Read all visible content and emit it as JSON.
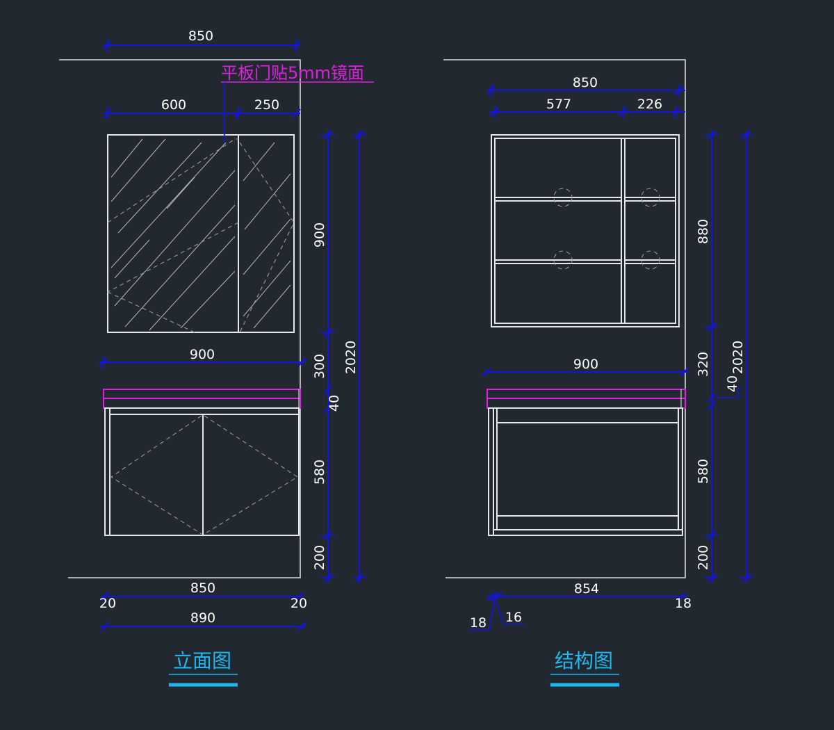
{
  "elevation": {
    "title": "立面图",
    "note": "平板门贴5mm镜面",
    "dims": {
      "top_width": "850",
      "mirror_left": "600",
      "mirror_right": "250",
      "counter_width": "900",
      "h_900": "900",
      "h_300": "300",
      "h_40": "40",
      "h_580": "580",
      "h_200": "200",
      "total_height": "2020",
      "bottom_850": "850",
      "side_left": "20",
      "side_right": "20",
      "bottom_890": "890"
    }
  },
  "structure": {
    "title": "结构图",
    "dims": {
      "top_width": "850",
      "inner_left": "577",
      "inner_right": "226",
      "counter_width": "900",
      "h_880": "880",
      "h_320": "320",
      "h_40": "40",
      "h_580": "580",
      "h_200": "200",
      "total_height": "2020",
      "bottom_854": "854",
      "left_18": "18",
      "left_16": "16",
      "right_18": "18"
    }
  },
  "colors": {
    "background": "#212830",
    "dimension": "#1414e6",
    "annotation": "#e020e0",
    "title": "#20b8f0",
    "linework": "#e8e8e8"
  }
}
